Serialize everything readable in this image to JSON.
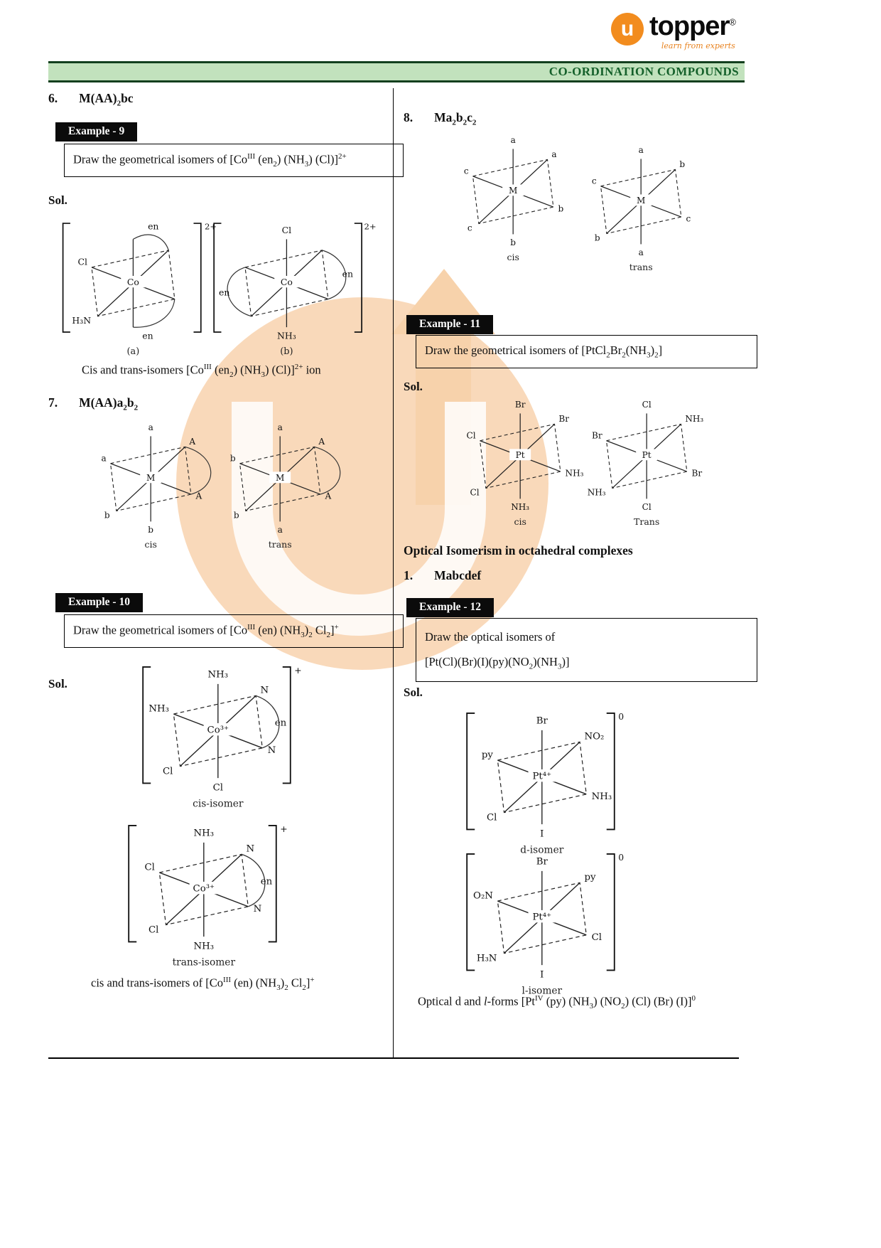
{
  "header": {
    "brand": {
      "logo_letter": "u",
      "name": "topper",
      "registered": "®",
      "tagline": "learn from experts"
    },
    "banner": "CO-ORDINATION COMPOUNDS"
  },
  "left": {
    "sec6": {
      "num": "6.",
      "title": "M(AA)<sub>2</sub>bc"
    },
    "ex9": {
      "label": "Example - 9",
      "question": "Draw the geometrical isomers of  [Co<sup>III</sup> (en<sub>2</sub>) (NH<sub>3</sub>) (Cl)]<sup>2+</sup>",
      "sol": "Sol."
    },
    "dia_a": {
      "ul": "Cl",
      "ll": "H₃N",
      "center": "Co",
      "arc_top": "en",
      "arc_bottom": "en",
      "charge": "2+",
      "caption": "(a)"
    },
    "dia_b": {
      "top": "Cl",
      "bottom": "NH₃",
      "center": "Co",
      "arc_left": "en",
      "arc_right": "en",
      "charge": "2+",
      "caption": "(b)"
    },
    "ex9_caption": "Cis and trans-isomers [Co<sup>III</sup> (en<sub>2</sub>) (NH<sub>3</sub>) (Cl)]<sup>2+</sup> ion",
    "sec7": {
      "num": "7.",
      "title": "M(AA)a<sub>2</sub>b<sub>2</sub>"
    },
    "dia7cis": {
      "top": "a",
      "ul": "a",
      "ur": "A",
      "ll": "b",
      "lr": "A",
      "bottom": "b",
      "center": "M",
      "caption": "cis"
    },
    "dia7trans": {
      "top": "a",
      "ul": "b",
      "ur": "A",
      "ll": "b",
      "lr": "A",
      "bottom": "a",
      "center": "M",
      "caption": "trans"
    },
    "ex10": {
      "label": "Example - 10",
      "question": "Draw the geometrical isomers of  [Co<sup>III</sup> (en) (NH<sub>3</sub>)<sub>2</sub> Cl<sub>2</sub>]<sup>+</sup>",
      "sol": "Sol."
    },
    "dia10cis": {
      "top": "NH₃",
      "ul": "NH₃",
      "ur": "N",
      "ll": "Cl",
      "lr": "N",
      "bottom": "Cl",
      "center": "Co³⁺",
      "arc_right": "en",
      "charge": "+",
      "caption": "cis-isomer"
    },
    "dia10trans": {
      "top": "NH₃",
      "ul": "Cl",
      "ur": "N",
      "ll": "Cl",
      "lr": "N",
      "bottom": "NH₃",
      "center": "Co³⁺",
      "arc_right": "en",
      "charge": "+",
      "caption": "trans-isomer"
    },
    "ex10_caption": "cis and trans-isomers of [Co<sup>III</sup> (en) (NH<sub>3</sub>)<sub>2</sub> Cl<sub>2</sub>]<sup>+</sup>"
  },
  "right": {
    "sec8": {
      "num": "8.",
      "title": "Ma<sub>2</sub>b<sub>2</sub>c<sub>2</sub>"
    },
    "dia8cis": {
      "top": "a",
      "ul": "c",
      "ur": "a",
      "ll": "c",
      "lr": "b",
      "bottom": "b",
      "center": "M",
      "caption": "cis"
    },
    "dia8trans": {
      "top": "a",
      "ul": "c",
      "ur": "b",
      "ll": "b",
      "lr": "c",
      "bottom": "a",
      "center": "M",
      "caption": "trans"
    },
    "ex11": {
      "label": "Example - 11",
      "question": "Draw the geometrical isomers of  [PtCl<sub>2</sub>Br<sub>2</sub>(NH<sub>3</sub>)<sub>2</sub>]",
      "sol": "Sol."
    },
    "dia11cis": {
      "top": "Br",
      "ul": "Cl",
      "ur": "Br",
      "ll": "Cl",
      "lr": "NH₃",
      "bottom": "NH₃",
      "center": "Pt",
      "caption": "cis"
    },
    "dia11trans": {
      "top": "Cl",
      "ul": "Br",
      "ur": "NH₃",
      "ll": "NH₃",
      "lr": "Br",
      "bottom": "Cl",
      "center": "Pt",
      "caption": "Trans"
    },
    "optical_heading": "Optical Isomerism in octahedral complexes",
    "sec_m": {
      "num": "1.",
      "title": "Mabcdef"
    },
    "ex12": {
      "label": "Example - 12",
      "question_line1": "Draw the optical isomers of",
      "question_line2": "[Pt(Cl)(Br)(I)(py)(NO<sub>2</sub>)(NH<sub>3</sub>)]",
      "sol": "Sol."
    },
    "dia12d": {
      "top": "Br",
      "ul": "py",
      "ur": "NO₂",
      "ll": "Cl",
      "lr": "NH₃",
      "bottom": "I",
      "center": "Pt⁴⁺",
      "charge": "0",
      "caption": "d-isomer"
    },
    "dia12l": {
      "top": "Br",
      "ul": "O₂N",
      "ur": "py",
      "ll": "H₃N",
      "lr": "Cl",
      "bottom": "I",
      "center": "Pt⁴⁺",
      "charge": "0",
      "caption": "l-isomer"
    },
    "ex12_caption": "Optical d and <i>l</i>-forms [Pt<sup>IV</sup> (py) (NH<sub>3</sub>) (NO<sub>2</sub>) (Cl) (Br) (I)]<sup>0</sup>"
  }
}
